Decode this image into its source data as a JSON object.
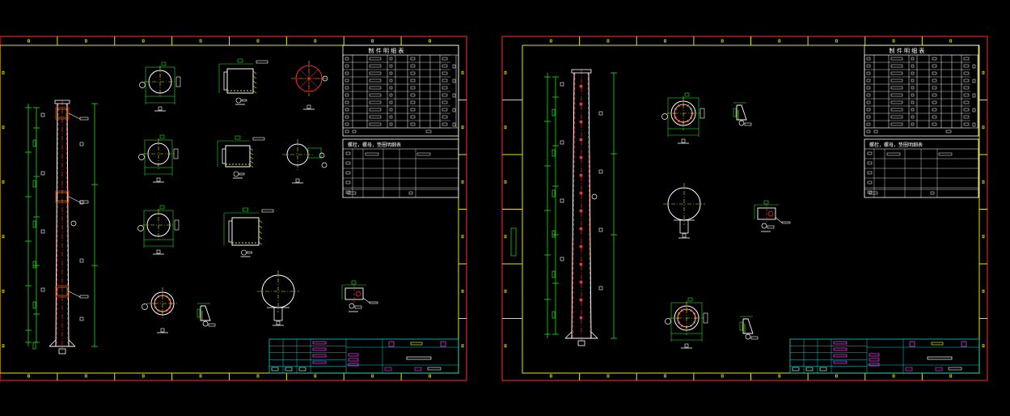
{
  "drawing": {
    "background": "#000000",
    "colors": {
      "frame": "#e0202a",
      "border": "#e6e600",
      "table": "#ffffff",
      "title_block": "#00d4d4",
      "dimension": "#20e020",
      "part": "#ffffff",
      "weld": "#ff3030",
      "magenta": "#ff40ff"
    },
    "sheets": [
      {
        "name": "sheet-left",
        "parts_table_title": "制 件 明 细 表",
        "table_note": "螺栓，螺母，垫圈明细表"
      },
      {
        "name": "sheet-right",
        "parts_table_title": "制 件 明 细 表",
        "table_note": "螺栓，螺母，垫圈明细表"
      }
    ]
  }
}
